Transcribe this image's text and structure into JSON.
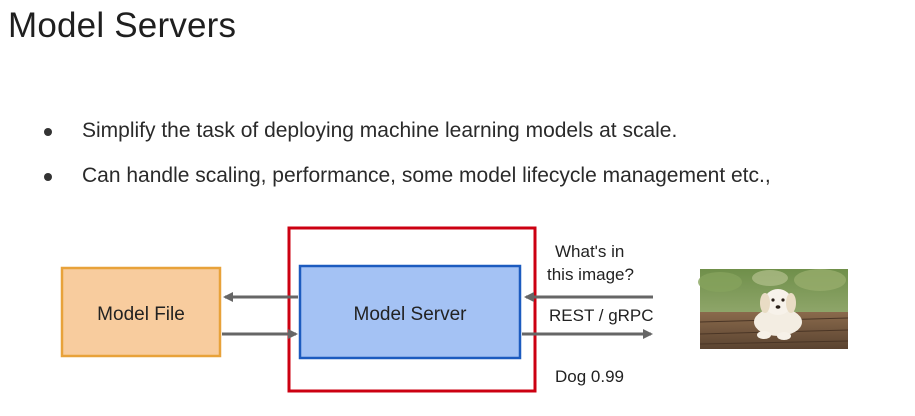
{
  "slide": {
    "title": "Model Servers",
    "bullets": [
      "Simplify the task of deploying machine learning models at scale.",
      "Can handle scaling, performance, some model lifecycle management etc.,"
    ]
  },
  "diagram": {
    "model_file_label": "Model File",
    "model_server_label": "Model Server",
    "request_question_line1": "What's in",
    "request_question_line2": "this image?",
    "protocol_label": "REST / gRPC",
    "response_label": "Dog 0.99",
    "colors": {
      "model_file_fill": "#f8cc9e",
      "model_file_stroke": "#e8a23a",
      "model_server_fill": "#a4c2f4",
      "model_server_stroke": "#1c5bbf",
      "container_stroke": "#cc0011",
      "arrow": "#666666"
    },
    "image_icon": "puppy-photo"
  }
}
